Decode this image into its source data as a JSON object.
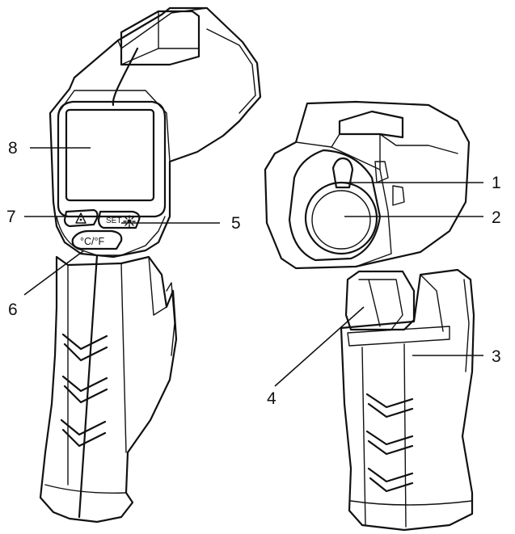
{
  "buttons": {
    "set_label": "SET",
    "unit_label": "°C/°F"
  },
  "callouts": [
    {
      "id": "8",
      "label": "8"
    },
    {
      "id": "7",
      "label": "7"
    },
    {
      "id": "6",
      "label": "6"
    },
    {
      "id": "5",
      "label": "5"
    },
    {
      "id": "1",
      "label": "1"
    },
    {
      "id": "2",
      "label": "2"
    },
    {
      "id": "3",
      "label": "3"
    },
    {
      "id": "4",
      "label": "4"
    }
  ],
  "icons": {
    "laser_button": "laser-warning-icon",
    "backlight": "sun-icon"
  }
}
